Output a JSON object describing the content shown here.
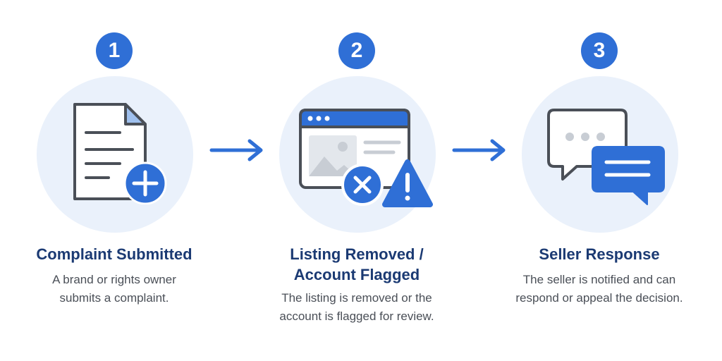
{
  "colors": {
    "accent": "#2f6fd6",
    "circle_bg": "#eaf1fb",
    "title_text": "#1b3a73",
    "desc_text": "#4a4f57",
    "icon_stroke": "#4a4f57"
  },
  "steps": [
    {
      "number": "1",
      "icon": "document-plus-icon",
      "title_lines": [
        "Complaint Submitted"
      ],
      "desc_lines": [
        "A brand or rights owner",
        "submits a complaint."
      ]
    },
    {
      "number": "2",
      "icon": "browser-listing-removed-warning-icon",
      "title_lines": [
        "Listing Removed /",
        "Account Flagged"
      ],
      "desc_lines": [
        "The listing is removed or the",
        "account is flagged for review."
      ]
    },
    {
      "number": "3",
      "icon": "chat-bubbles-icon",
      "title_lines": [
        "Seller Response"
      ],
      "desc_lines": [
        "The seller is notified and can",
        "respond or appeal the decision."
      ]
    }
  ],
  "arrows": [
    "right-arrow-icon",
    "right-arrow-icon"
  ]
}
